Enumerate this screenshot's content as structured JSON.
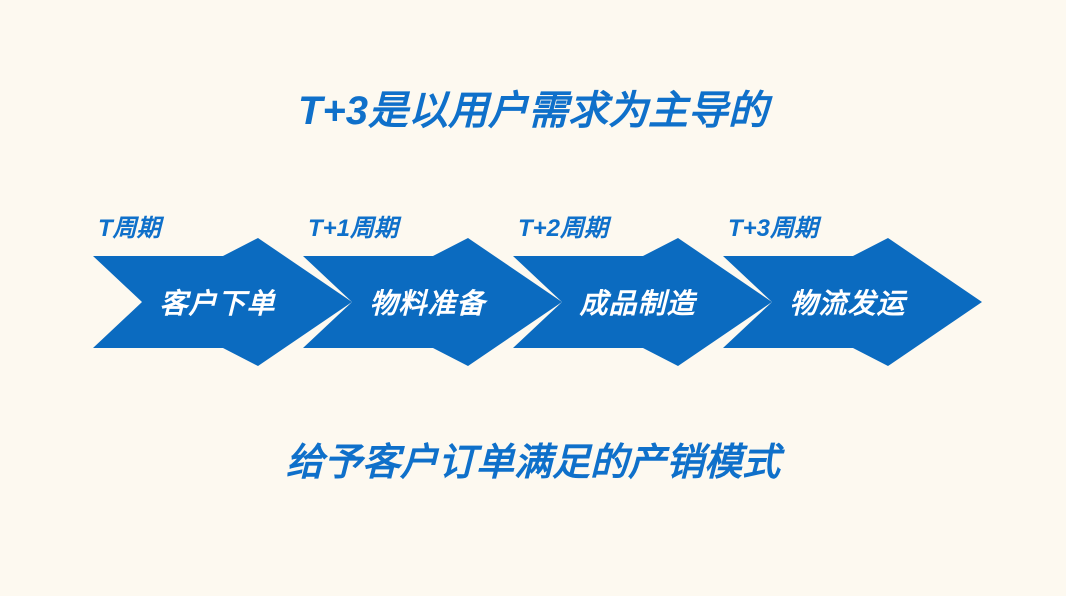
{
  "title": "T+3是以用户需求为主导的",
  "subtitle": "给予客户订单满足的产销模式",
  "colors": {
    "background": "#FDF9F0",
    "arrow_fill": "#0B6BC0",
    "heading_text": "#0F70CA",
    "arrow_label_text": "#FFFFFF"
  },
  "stages": [
    {
      "period": "T周期",
      "task": "客户下单"
    },
    {
      "period": "T+1周期",
      "task": "物料准备"
    },
    {
      "period": "T+2周期",
      "task": "成品制造"
    },
    {
      "period": "T+3周期",
      "task": "物流发运"
    }
  ]
}
